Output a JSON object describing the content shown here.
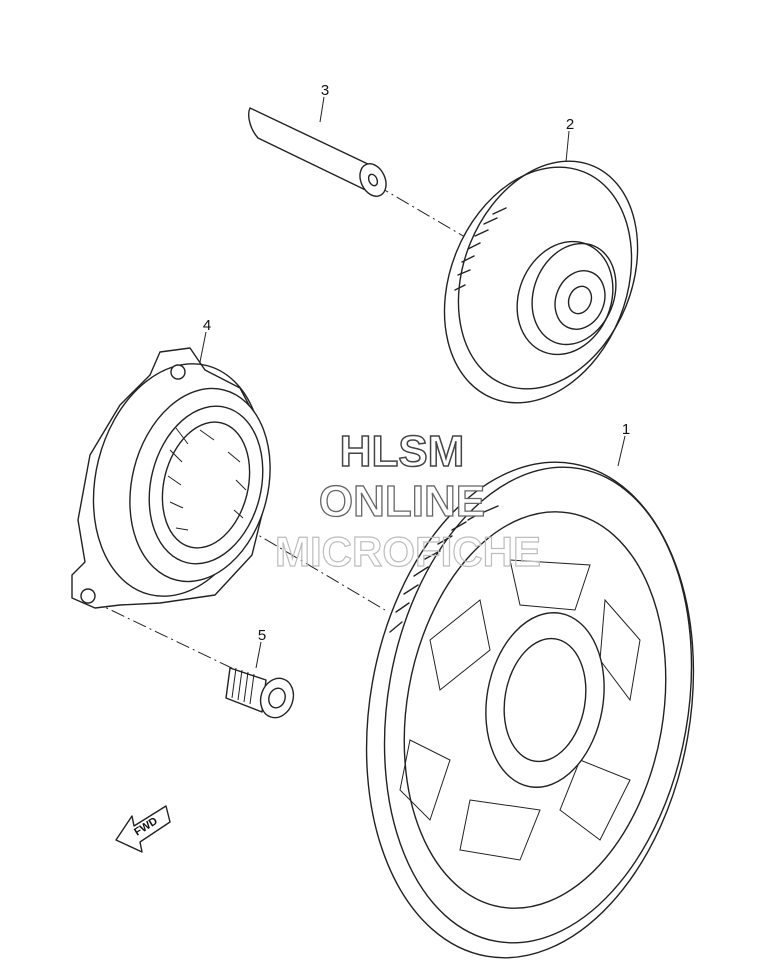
{
  "callouts": [
    "1",
    "2",
    "3",
    "4",
    "5"
  ],
  "watermark": [
    "HLSM",
    "ONLINE",
    "MICROFICHE"
  ],
  "direction_label": "FWD",
  "parts": [
    {
      "callout": "1",
      "icon": "ring-gear-icon"
    },
    {
      "callout": "2",
      "icon": "idler-gear-icon"
    },
    {
      "callout": "3",
      "icon": "shaft-icon"
    },
    {
      "callout": "4",
      "icon": "one-way-clutch-icon"
    },
    {
      "callout": "5",
      "icon": "bolt-icon"
    }
  ]
}
